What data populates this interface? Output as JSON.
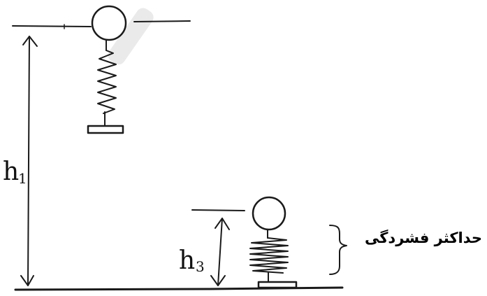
{
  "labels": {
    "h1": "h",
    "h1_sub": "1",
    "h3": "h",
    "h3_sub": "3",
    "compression_caption": "حداکثر فشردگی"
  },
  "colors": {
    "ink": "#1a1a1a",
    "watermark": "#d9d9d9"
  }
}
